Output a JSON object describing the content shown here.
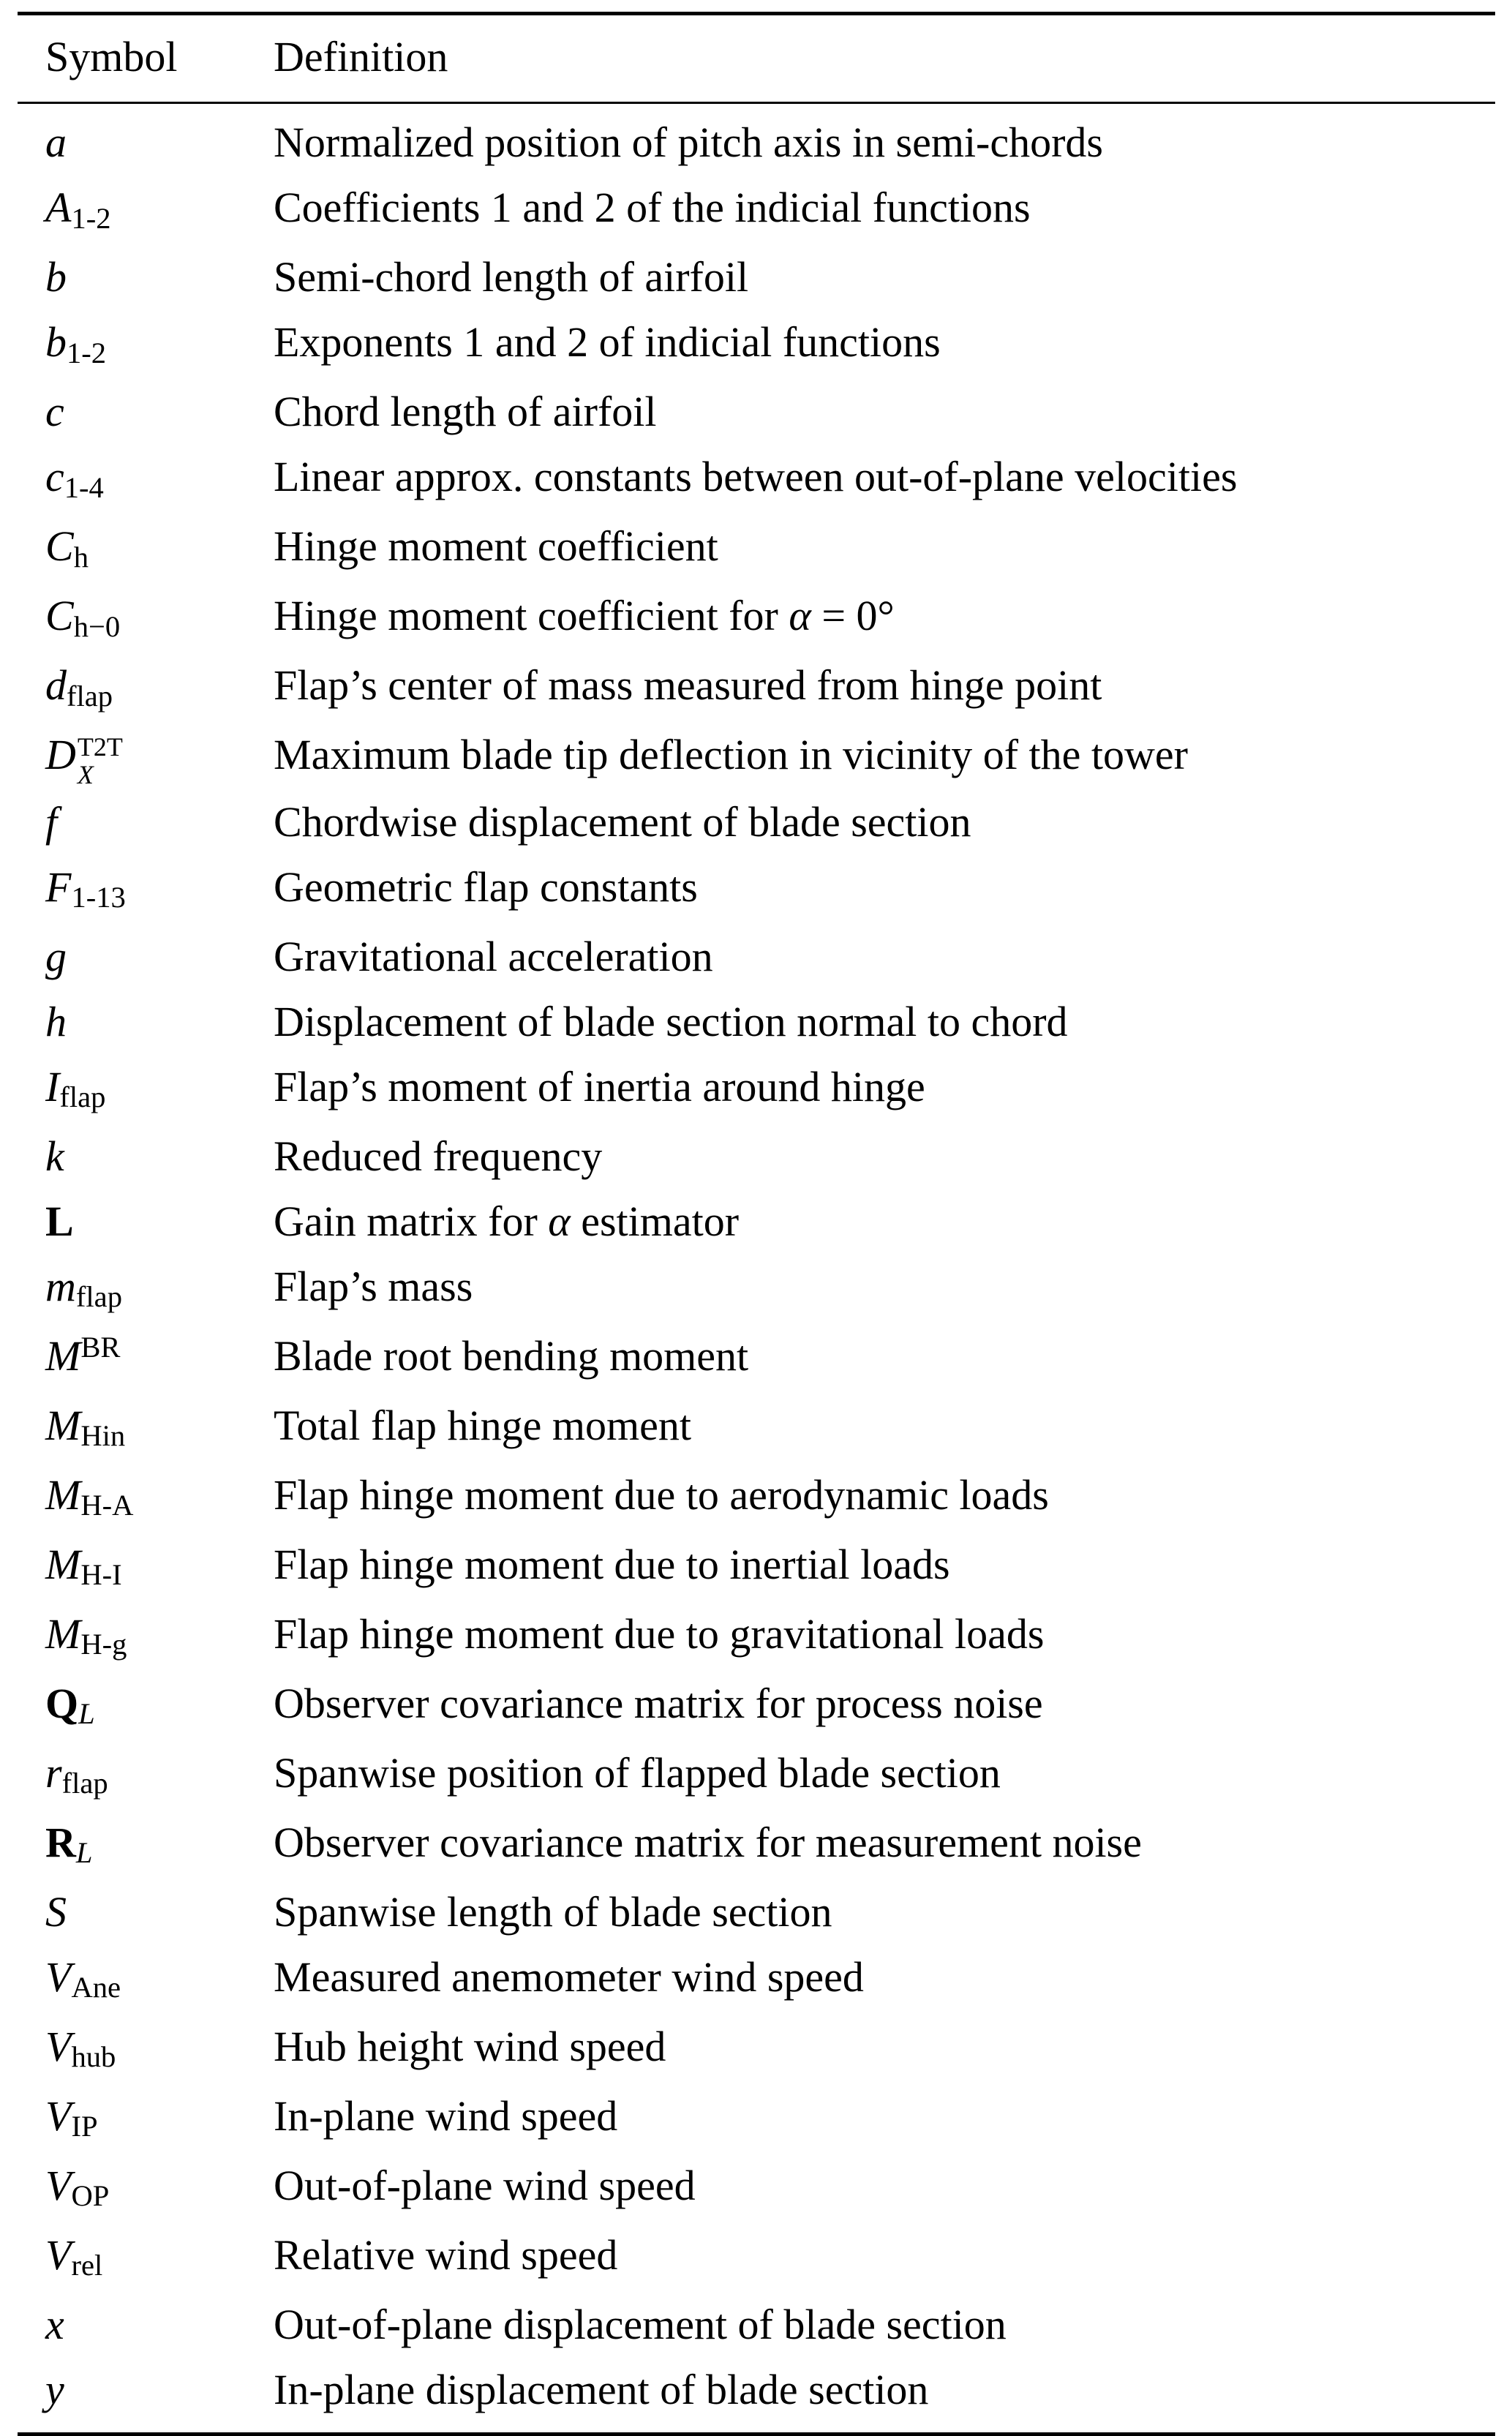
{
  "table": {
    "headers": [
      "Symbol",
      "Definition"
    ],
    "rows": [
      {
        "symbol": {
          "base": "a",
          "style": "italic"
        },
        "definition": "Normalized position of pitch axis in semi-chords"
      },
      {
        "symbol": {
          "base": "A",
          "style": "italic",
          "sub": "1-2"
        },
        "definition": "Coefficients 1 and 2 of the indicial functions"
      },
      {
        "symbol": {
          "base": "b",
          "style": "italic"
        },
        "definition": "Semi-chord length of airfoil"
      },
      {
        "symbol": {
          "base": "b",
          "style": "italic",
          "sub": "1-2"
        },
        "definition": "Exponents 1 and 2 of indicial functions"
      },
      {
        "symbol": {
          "base": "c",
          "style": "italic"
        },
        "definition": "Chord length of airfoil"
      },
      {
        "symbol": {
          "base": "c",
          "style": "italic",
          "sub": "1-4"
        },
        "definition": "Linear approx. constants between out-of-plane velocities"
      },
      {
        "symbol": {
          "base": "C",
          "style": "italic",
          "sub": "h"
        },
        "definition": "Hinge moment coefficient"
      },
      {
        "symbol": {
          "base": "C",
          "style": "italic",
          "sub": "h−0"
        },
        "definition": "Hinge moment coefficient for α = 0°"
      },
      {
        "symbol": {
          "base": "d",
          "style": "italic",
          "sub": "flap"
        },
        "definition": "Flap’s center of mass measured from hinge point"
      },
      {
        "symbol": {
          "base": "D",
          "style": "italic",
          "sub": "X",
          "sub_style": "italic",
          "sup": "T2T",
          "sup_style": "roman"
        },
        "definition": "Maximum blade tip deflection in vicinity of the tower"
      },
      {
        "symbol": {
          "base": "f",
          "style": "italic"
        },
        "definition": "Chordwise displacement of blade section"
      },
      {
        "symbol": {
          "base": "F",
          "style": "italic",
          "sub": "1-13"
        },
        "definition": "Geometric flap constants"
      },
      {
        "symbol": {
          "base": "g",
          "style": "italic"
        },
        "definition": "Gravitational acceleration"
      },
      {
        "symbol": {
          "base": "h",
          "style": "italic"
        },
        "definition": "Displacement of blade section normal to chord"
      },
      {
        "symbol": {
          "base": "I",
          "style": "italic",
          "sub": "flap"
        },
        "definition": "Flap’s moment of inertia around hinge"
      },
      {
        "symbol": {
          "base": "k",
          "style": "italic"
        },
        "definition": "Reduced frequency"
      },
      {
        "symbol": {
          "base": "L",
          "style": "bold"
        },
        "definition": "Gain matrix for α estimator"
      },
      {
        "symbol": {
          "base": "m",
          "style": "italic",
          "sub": "flap"
        },
        "definition": "Flap’s mass"
      },
      {
        "symbol": {
          "base": "M",
          "style": "italic",
          "sup": "BR",
          "sup_style": "roman"
        },
        "definition": "Blade root bending moment"
      },
      {
        "symbol": {
          "base": "M",
          "style": "italic",
          "sub": "Hin"
        },
        "definition": "Total flap hinge moment"
      },
      {
        "symbol": {
          "base": "M",
          "style": "italic",
          "sub": "H-A"
        },
        "definition": "Flap hinge moment due to aerodynamic loads"
      },
      {
        "symbol": {
          "base": "M",
          "style": "italic",
          "sub": "H-I"
        },
        "definition": "Flap hinge moment due to inertial loads"
      },
      {
        "symbol": {
          "base": "M",
          "style": "italic",
          "sub": "H-g"
        },
        "definition": "Flap hinge moment due to gravitational loads"
      },
      {
        "symbol": {
          "base": "Q",
          "style": "bold",
          "sub": "L",
          "sub_style": "italic"
        },
        "definition": "Observer covariance matrix for process noise"
      },
      {
        "symbol": {
          "base": "r",
          "style": "italic",
          "sub": "flap"
        },
        "definition": "Spanwise position of flapped blade section"
      },
      {
        "symbol": {
          "base": "R",
          "style": "bold",
          "sub": "L",
          "sub_style": "italic"
        },
        "definition": "Observer covariance matrix for measurement noise"
      },
      {
        "symbol": {
          "base": "S",
          "style": "italic"
        },
        "definition": "Spanwise length of blade section"
      },
      {
        "symbol": {
          "base": "V",
          "style": "italic",
          "sub": "Ane"
        },
        "definition": "Measured anemometer wind speed"
      },
      {
        "symbol": {
          "base": "V",
          "style": "italic",
          "sub": "hub"
        },
        "definition": "Hub height wind speed"
      },
      {
        "symbol": {
          "base": "V",
          "style": "italic",
          "sub": "IP"
        },
        "definition": "In-plane wind speed"
      },
      {
        "symbol": {
          "base": "V",
          "style": "italic",
          "sub": "OP"
        },
        "definition": "Out-of-plane wind speed"
      },
      {
        "symbol": {
          "base": "V",
          "style": "italic",
          "sub": "rel"
        },
        "definition": "Relative wind speed"
      },
      {
        "symbol": {
          "base": "x",
          "style": "italic"
        },
        "definition": "Out-of-plane displacement of blade section"
      },
      {
        "symbol": {
          "base": "y",
          "style": "italic"
        },
        "definition": "In-plane displacement of blade section"
      }
    ]
  }
}
